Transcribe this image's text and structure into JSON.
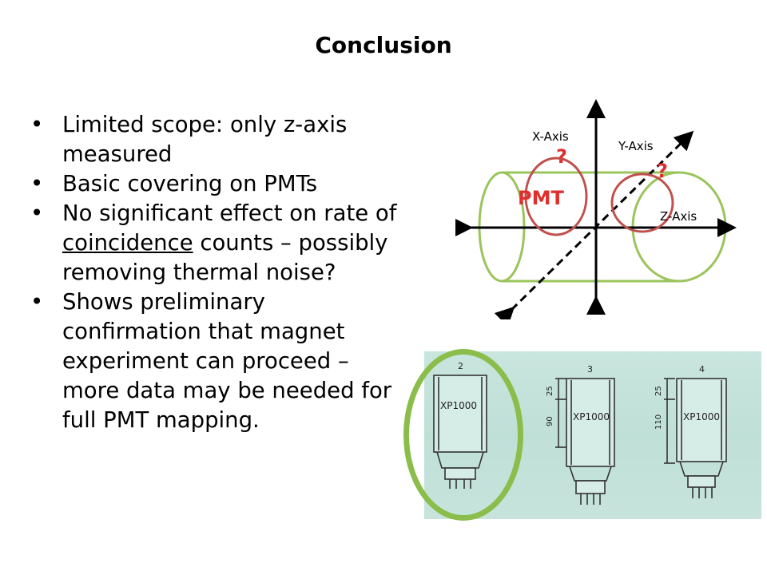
{
  "slide": {
    "title": "Conclusion",
    "bullets": [
      {
        "before": "Limited scope: only z-axis measured",
        "link": "",
        "after": ""
      },
      {
        "before": "Basic covering on PMTs",
        "link": "",
        "after": ""
      },
      {
        "before": "No significant effect on rate of ",
        "link": "coincidence",
        "after": " counts – possibly removing thermal noise?"
      },
      {
        "before": "Shows preliminary confirmation that magnet experiment can proceed – more data may be needed for full PMT mapping.",
        "link": "",
        "after": ""
      }
    ]
  },
  "diagram": {
    "x_axis_label": "X-Axis",
    "y_axis_label": "Y-Axis",
    "z_axis_label": "Z-Axis",
    "pmt_label": "PMT",
    "question_mark": "?",
    "colors": {
      "tube": "#9bc45c",
      "circle": "#c0504d",
      "pmt_text": "#e0302e",
      "axis": "#000000"
    }
  },
  "photo": {
    "tube_numbers": [
      "2",
      "3",
      "4"
    ],
    "tube_model": "XP1000",
    "dimensions": [
      "25",
      "90",
      "25",
      "110"
    ],
    "highlight_color": "#8bbd4b"
  }
}
